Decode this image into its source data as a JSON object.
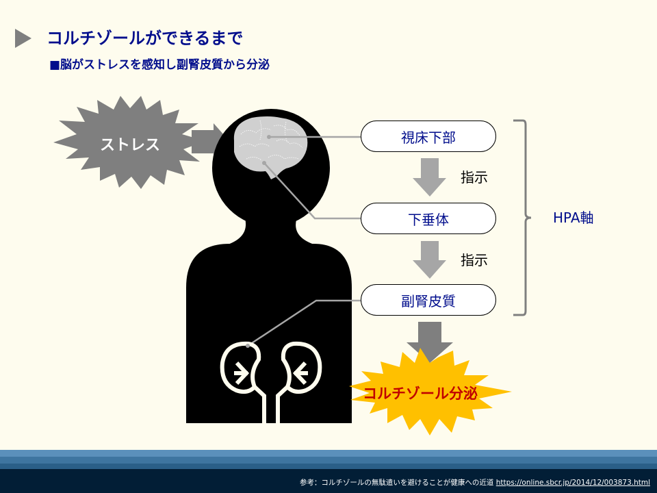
{
  "header": {
    "title": "コルチゾールができるまで",
    "subtitle": "■脳がストレスを感知し副腎皮質から分泌",
    "arrow_icon": "triangle-right-icon"
  },
  "diagram": {
    "stress_label": "ストレス",
    "nodes": [
      {
        "label": "視床下部"
      },
      {
        "label": "下垂体"
      },
      {
        "label": "副腎皮質"
      }
    ],
    "instructions": [
      "指示",
      "指示"
    ],
    "axis_label": "HPA軸",
    "result_label": "コルチゾール分泌",
    "colors": {
      "title": "#000d8c",
      "stress_burst": "#7f7f7f",
      "result_burst": "#ffc000",
      "result_text": "#c00000",
      "arrow_light": "#a6a6a6",
      "arrow_dark": "#7f7f7f",
      "silhouette": "#000000",
      "brain": "#d0d0d0"
    }
  },
  "footer": {
    "reference_prefix": "参考：コルチゾールの無駄遣いを避けることが健康への近道",
    "reference_url": "https://online.sbcr.jp/2014/12/003873.html"
  }
}
